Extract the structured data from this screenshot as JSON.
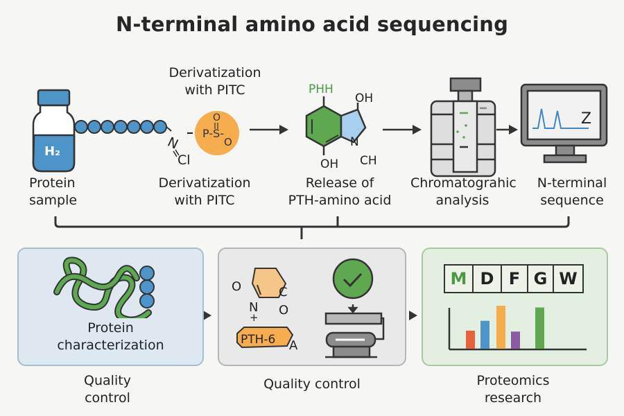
{
  "title": "N-terminal amino acid sequencing",
  "top_steps": [
    {
      "label_line1": "Protein",
      "label_line2": "sample",
      "vial_text": "H₂",
      "icon": "vial-icon"
    },
    {
      "caption_line1": "Derivatization",
      "caption_line2": "with PITC",
      "label_line1": "Derivatization",
      "label_line2": "with PITC",
      "icon": "pitc-reagent-icon",
      "chem": {
        "n": "N",
        "cl": "Cl",
        "p": "P-S-",
        "o_top": "O",
        "o_right": "O"
      }
    },
    {
      "label_line1": "Release of",
      "label_line2": "PTH-amino acid",
      "icon": "pth-molecule-icon",
      "chem": {
        "phh": "PHH",
        "oh_top": "OH",
        "oh_bottom": "OH",
        "n": "N",
        "ch": "CH"
      }
    },
    {
      "label_line1": "Chromatograhic",
      "label_line2": "analysis",
      "icon": "chromatography-column-icon"
    },
    {
      "label_line1": "N-terminal",
      "label_line2": "sequence",
      "icon": "monitor-chromatogram-icon",
      "screen_text": "Z"
    }
  ],
  "bottom_panels": [
    {
      "inner_label_line1": "Protein",
      "inner_label_line2": "characterization",
      "caption_line1": "Quality",
      "caption_line2": "control",
      "icon": "protein-fold-icon"
    },
    {
      "caption": "Quality control",
      "chem": {
        "o1": "O",
        "c": "C",
        "o2": "O",
        "n": "N",
        "plus": "+",
        "tag": "PTH-6",
        "a": "A"
      },
      "icon": "check-icon"
    },
    {
      "caption_line1": "Proteomics",
      "caption_line2": "research",
      "sequence": [
        "M",
        "D",
        "F",
        "G",
        "W"
      ],
      "icon": "bar-chart-icon",
      "bars": [
        {
          "color": "#e8613c",
          "value": 0.42
        },
        {
          "color": "#4d94c9",
          "value": 0.65
        },
        {
          "color": "#f5ac4c",
          "value": 1.0
        },
        {
          "color": "#8a5ba0",
          "value": 0.4
        },
        {
          "color": "#5ea950",
          "value": 0.96
        }
      ]
    }
  ],
  "colors": {
    "blue": "#4d94c9",
    "orange": "#f6ad4e",
    "green": "#5ea950",
    "gray": "#b9b9b9"
  }
}
